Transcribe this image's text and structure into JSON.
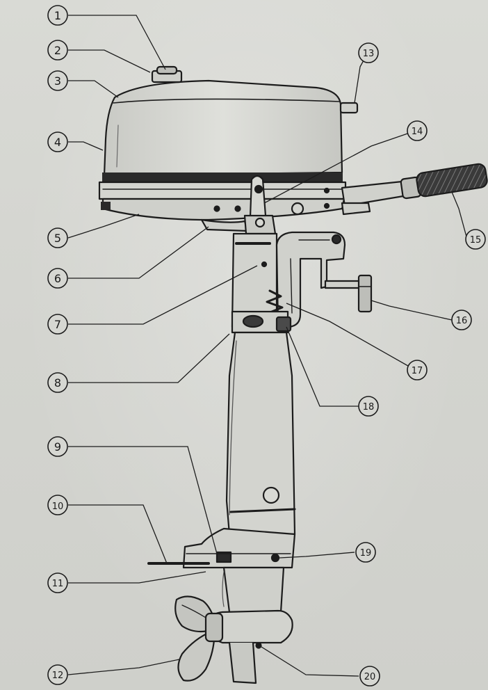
{
  "figure": {
    "callouts": [
      {
        "id": 1,
        "label": "①"
      },
      {
        "id": 2,
        "label": "②"
      },
      {
        "id": 3,
        "label": "③"
      },
      {
        "id": 4,
        "label": "④"
      },
      {
        "id": 5,
        "label": "⑤"
      },
      {
        "id": 6,
        "label": "⑥"
      },
      {
        "id": 7,
        "label": "⑦"
      },
      {
        "id": 8,
        "label": "⑧"
      },
      {
        "id": 9,
        "label": "⑨"
      },
      {
        "id": 10,
        "label": "⑩"
      },
      {
        "id": 11,
        "label": "⑪"
      },
      {
        "id": 12,
        "label": "⑫"
      },
      {
        "id": 13,
        "label": "⑬"
      },
      {
        "id": 14,
        "label": "⑭"
      },
      {
        "id": 15,
        "label": "⑮"
      },
      {
        "id": 16,
        "label": "⑯"
      },
      {
        "id": 17,
        "label": "⑰"
      },
      {
        "id": 18,
        "label": "⑱"
      },
      {
        "id": 19,
        "label": "⑲"
      },
      {
        "id": 20,
        "label": "⑳"
      }
    ],
    "colors": {
      "line": "#1c1c1c",
      "paper": "#d6d7d2"
    }
  }
}
